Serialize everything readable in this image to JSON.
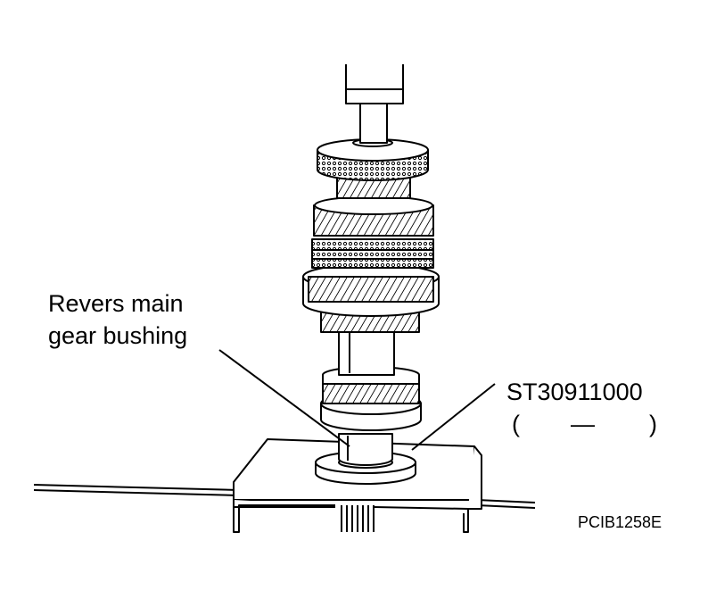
{
  "labels": {
    "part_line1": "Revers main",
    "part_line2": "gear bushing",
    "tool_number": "ST30911000",
    "tool_paren_open": "(",
    "tool_dash": "—",
    "tool_paren_close": ")",
    "figure_code": "PCIB1258E"
  },
  "colors": {
    "stroke": "#000000",
    "fill": "#ffffff"
  }
}
